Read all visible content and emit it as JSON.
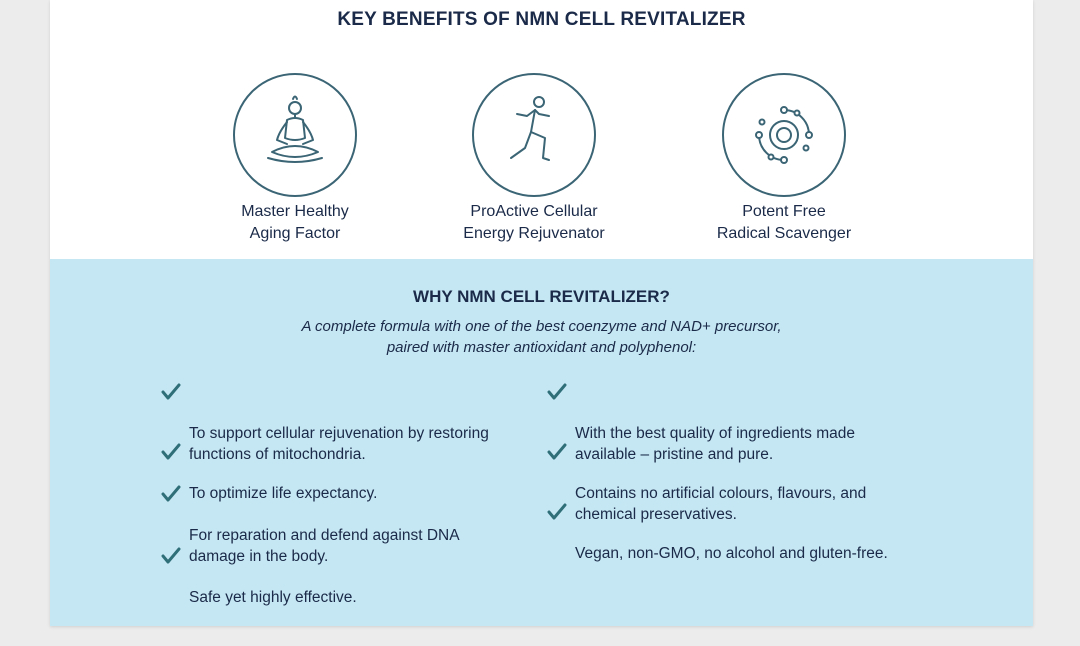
{
  "header": {
    "title": "KEY BENEFITS OF NMN CELL REVITALIZER"
  },
  "benefits": [
    {
      "icon": "meditation-icon",
      "label": "Master Healthy\nAging Factor"
    },
    {
      "icon": "running-person-icon",
      "label": "ProActive Cellular\nEnergy Rejuvenator"
    },
    {
      "icon": "molecule-orbit-icon",
      "label": "Potent Free\nRadical Scavenger"
    }
  ],
  "why": {
    "title": "WHY NMN CELL REVITALIZER?",
    "subtitle": "A complete formula with one of the best coenzyme and NAD+ precursor,\npaired with master antioxidant and polyphenol:",
    "left_items": [
      "To support cellular rejuvenation by restoring\nfunctions of mitochondria.",
      "To optimize life expectancy.",
      "For reparation and defend against DNA\ndamage in the body.",
      "Safe yet highly effective."
    ],
    "right_items": [
      "With the best quality of ingredients made\navailable – pristine and pure.",
      "Contains no artificial colours, flavours, and\nchemical preservatives.",
      "Vegan, non-GMO, no alcohol and gluten-free."
    ]
  },
  "colors": {
    "icon_stroke": "#3b6575",
    "check": "#2f6f78",
    "text": "#1a2a48",
    "panel": "#c5e6f3"
  }
}
